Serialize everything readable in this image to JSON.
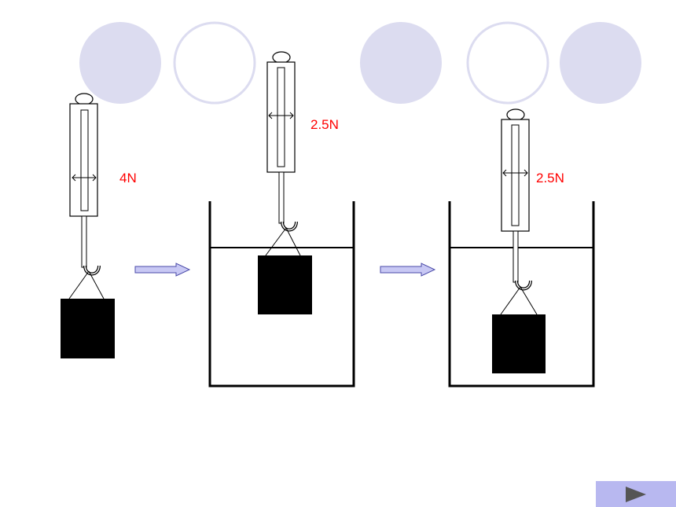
{
  "colors": {
    "decor_filled": "#dcdcf0",
    "decor_outline": "#dcdcf0",
    "label": "#ff0000",
    "arrow_fill": "#c8c8f4",
    "arrow_stroke": "#4a4aa8",
    "next_button": "#b8b8f0",
    "next_icon": "#555555"
  },
  "readings": {
    "in_air": "4N",
    "submerged_top": "2.5N",
    "submerged_deep": "2.5N"
  },
  "icons": {
    "flow_arrow": "right-arrow-icon",
    "next": "play-triangle-icon"
  }
}
